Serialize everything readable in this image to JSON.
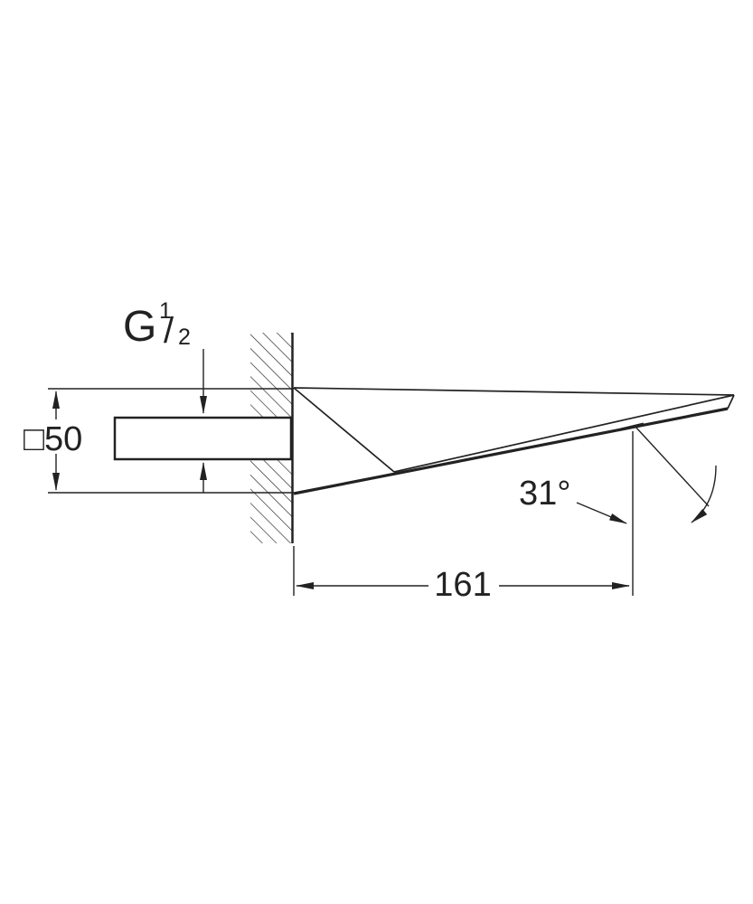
{
  "page": {
    "background": "#ffffff",
    "line_color": "#222222"
  },
  "drawing": {
    "type": "technical-dimension-drawing",
    "subject": "wall-mounted bath spout, side view with wall section",
    "labels": {
      "thread_g": "G",
      "thread_num": "1",
      "thread_slash": "/",
      "thread_den": "2",
      "square_dim": "□50",
      "angle": "31°",
      "length": "161"
    },
    "dimensions": {
      "thread": "G 1/2",
      "flange_square_mm": 50,
      "projection_mm": 161,
      "spray_angle_deg": 31
    }
  }
}
